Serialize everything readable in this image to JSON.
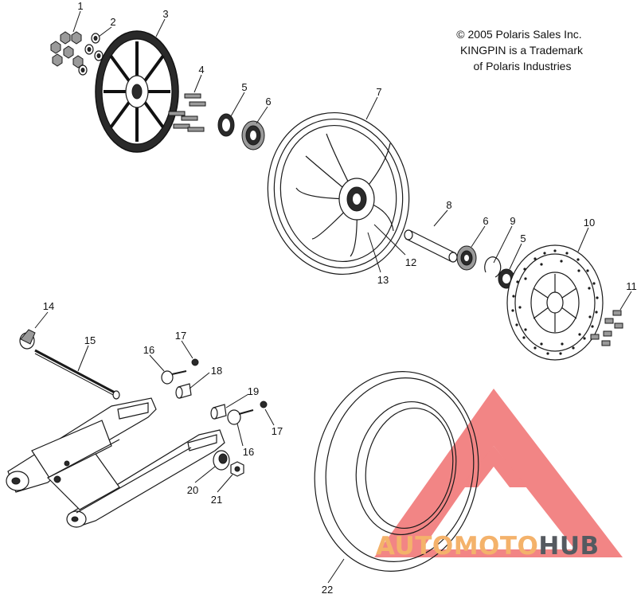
{
  "copyright": {
    "line1": "© 2005 Polaris Sales Inc.",
    "line2": "KINGPIN is a Trademark",
    "line3": "of Polaris Industries"
  },
  "callouts": {
    "c1": "1",
    "c2": "2",
    "c3": "3",
    "c4": "4",
    "c5a": "5",
    "c6a": "6",
    "c7": "7",
    "c8": "8",
    "c6b": "6",
    "c9": "9",
    "c5b": "5",
    "c10": "10",
    "c11": "11",
    "c12": "12",
    "c13": "13",
    "c14": "14",
    "c15": "15",
    "c16a": "16",
    "c17a": "17",
    "c18": "18",
    "c19": "19",
    "c17b": "17",
    "c16b": "16",
    "c20": "20",
    "c21": "21",
    "c22": "22"
  },
  "watermark": {
    "part1": "AUTOMOTO",
    "part2": "HUB",
    "colors": {
      "triangle": "#f06a6a",
      "text_accent": "#f4b26b",
      "text_dark": "#555a60"
    }
  }
}
